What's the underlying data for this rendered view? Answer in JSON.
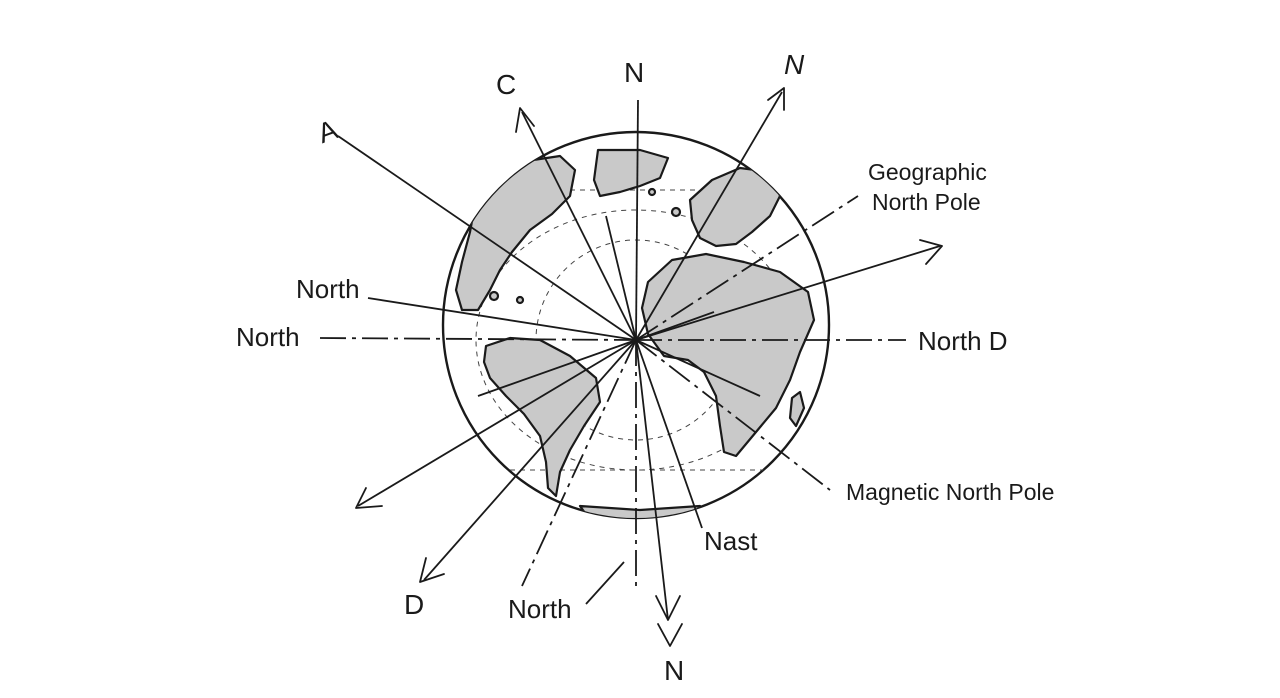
{
  "diagram": {
    "labels": {
      "n_top": "N",
      "c": "C",
      "a": "A",
      "n_tr": "N",
      "geographic_north_pole_line1": "Geographic",
      "geographic_north_pole_line2": "North Pole",
      "north_left_upper": "North",
      "north_left": "North",
      "north_d": "North D",
      "magnetic_north_pole": "Magnetic North Pole",
      "nast": "Nast",
      "d": "D",
      "north_bottom": "North",
      "n_bottom": "N"
    },
    "colors": {
      "ink": "#1a1a1a",
      "land": "#c9c9c9",
      "ocean": "#ffffff"
    }
  }
}
